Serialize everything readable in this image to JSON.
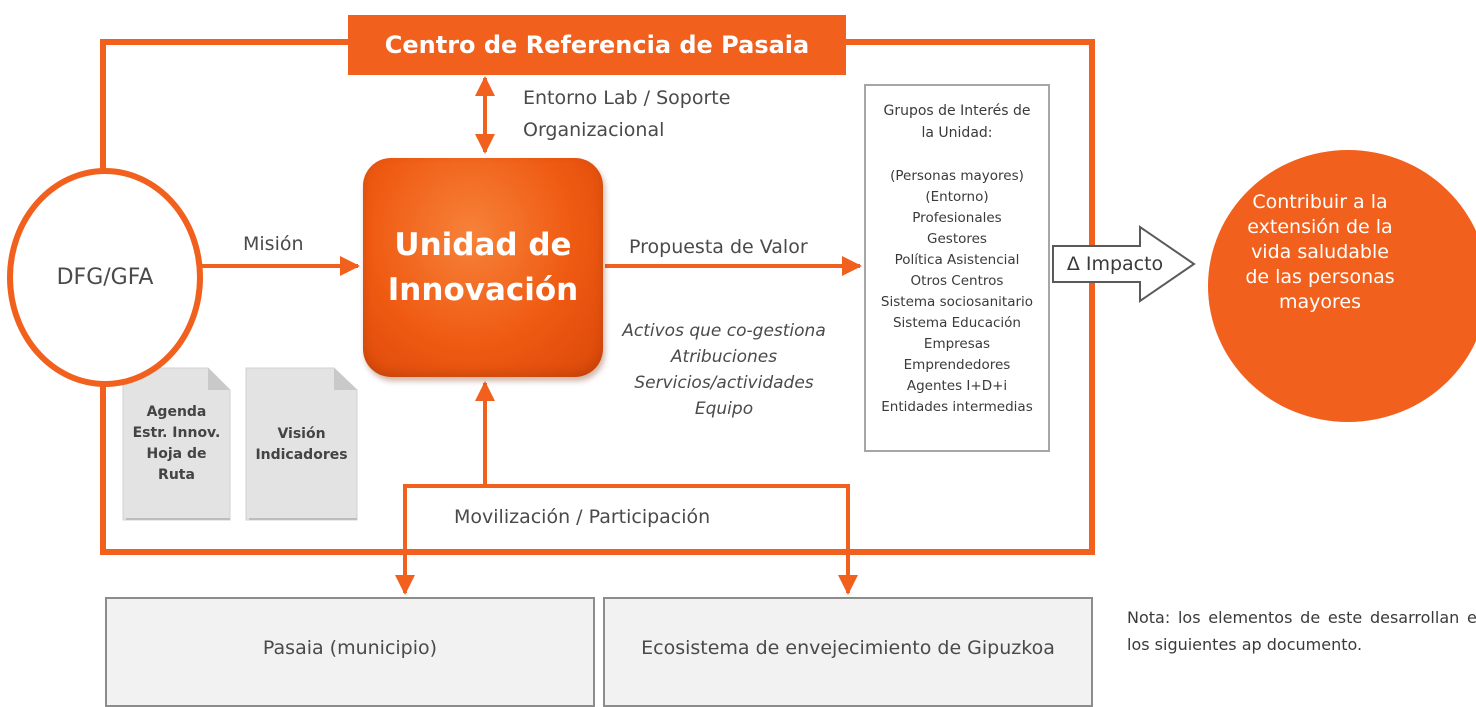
{
  "title": "Centro de Referencia de Pasaia",
  "source_node": "DFG/GFA",
  "core_node": [
    "Unidad de",
    "Innovación"
  ],
  "flows": {
    "top": [
      "Entorno Lab / Soporte",
      "Organizacional"
    ],
    "left": "Misión",
    "right": "Propuesta de Valor",
    "bottom": "Movilización / Participación",
    "impact": "Δ Impacto"
  },
  "assets": [
    "Activos que co-gestiona",
    "Atribuciones",
    "Servicios/actividades",
    "Equipo"
  ],
  "stakeholders": {
    "title": [
      "Grupos de Interés de",
      "la Unidad:"
    ],
    "items": [
      "(Personas mayores)",
      "(Entorno)",
      "Profesionales",
      "Gestores",
      "Política Asistencial",
      "Otros Centros",
      "Sistema sociosanitario",
      "Sistema Educación",
      "Empresas",
      "Emprendedores",
      "Agentes I+D+i",
      "Entidades intermedias"
    ]
  },
  "goal": [
    "Contribuir  a la",
    "extensión de la",
    "vida saludable",
    "de las personas",
    "mayores"
  ],
  "documents": [
    {
      "lines": [
        "Agenda",
        "Estr. Innov.",
        "Hoja de",
        "Ruta"
      ]
    },
    {
      "lines": [
        "Visión",
        "Indicadores"
      ]
    }
  ],
  "ecosystems": [
    "Pasaia (municipio)",
    "Ecosistema de envejecimiento de Gipuzkoa"
  ],
  "note": "Nota: los elementos de este desarrollan en los siguientes ap documento.",
  "colors": {
    "accent": "#f2601d",
    "box_border": "#a6a6a6",
    "bottom_fill": "#f2f2f2"
  }
}
